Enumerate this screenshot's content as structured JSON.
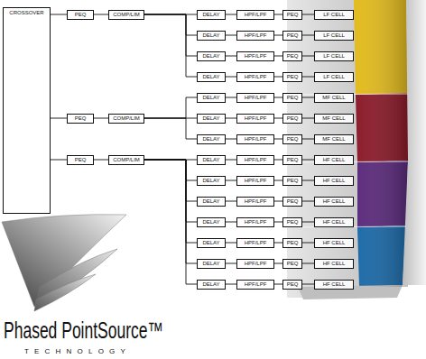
{
  "diagram": {
    "nodes": [
      {
        "text": [
          "CROSSOVER"
        ]
      },
      {
        "text": [
          "PEQ"
        ]
      },
      {
        "text": [
          "COMP/LIM"
        ]
      },
      {
        "text": [
          "DELAY"
        ]
      },
      {
        "text": [
          "HPF/LPF"
        ]
      },
      {
        "text": [
          "PEQ"
        ]
      },
      {
        "text": [
          "LF CELL"
        ]
      },
      {
        "text": [
          "DELAY"
        ]
      },
      {
        "text": [
          "HPF/LPF"
        ]
      },
      {
        "text": [
          "PEQ"
        ]
      },
      {
        "text": [
          "LF CELL"
        ]
      },
      {
        "text": [
          "DELAY"
        ]
      },
      {
        "text": [
          "HPF/LPF"
        ]
      },
      {
        "text": [
          "PEQ"
        ]
      },
      {
        "text": [
          "LF CELL"
        ]
      },
      {
        "text": [
          "DELAY"
        ]
      },
      {
        "text": [
          "HPF/LPF"
        ]
      },
      {
        "text": [
          "PEQ"
        ]
      },
      {
        "text": [
          "LF CELL"
        ]
      },
      {
        "text": [
          "PEQ"
        ]
      },
      {
        "text": [
          "COMP/LIM"
        ]
      },
      {
        "text": [
          "DELAY"
        ]
      },
      {
        "text": [
          "HPF/LPF"
        ]
      },
      {
        "text": [
          "PEQ"
        ]
      },
      {
        "text": [
          "MF CELL"
        ]
      },
      {
        "text": [
          "DELAY"
        ]
      },
      {
        "text": [
          "HPF/LPF"
        ]
      },
      {
        "text": [
          "PEQ"
        ]
      },
      {
        "text": [
          "MF CELL"
        ]
      },
      {
        "text": [
          "DELAY"
        ]
      },
      {
        "text": [
          "HPF/LPF"
        ]
      },
      {
        "text": [
          "PEQ"
        ]
      },
      {
        "text": [
          "MF CELL"
        ]
      },
      {
        "text": [
          "PEQ"
        ]
      },
      {
        "text": [
          "COMP/LIM"
        ]
      },
      {
        "text": [
          "DELAY"
        ]
      },
      {
        "text": [
          "HPF/LPF"
        ]
      },
      {
        "text": [
          "PEQ"
        ]
      },
      {
        "text": [
          "HF CELL"
        ]
      },
      {
        "text": [
          "DELAY"
        ]
      },
      {
        "text": [
          "HPF/LPF"
        ]
      },
      {
        "text": [
          "PEQ"
        ]
      },
      {
        "text": [
          "HF CELL"
        ]
      },
      {
        "text": [
          "DELAY"
        ]
      },
      {
        "text": [
          "HPF/LPF"
        ]
      },
      {
        "text": [
          "PEQ"
        ]
      },
      {
        "text": [
          "HF CELL"
        ]
      },
      {
        "text": [
          "DELAY"
        ]
      },
      {
        "text": [
          "HPF/LPF"
        ]
      },
      {
        "text": [
          "PEQ"
        ]
      },
      {
        "text": [
          "HF CELL"
        ]
      },
      {
        "text": [
          "DELAY"
        ]
      },
      {
        "text": [
          "HPF/LPF"
        ]
      },
      {
        "text": [
          "PEQ"
        ]
      },
      {
        "text": [
          "HF CELL"
        ]
      },
      {
        "text": [
          "DELAY"
        ]
      },
      {
        "text": [
          "HPF/LPF"
        ]
      },
      {
        "text": [
          "PEQ"
        ]
      },
      {
        "text": [
          "HF CELL"
        ]
      },
      {
        "text": [
          "DELAY"
        ]
      },
      {
        "text": [
          "HPF/LPF"
        ]
      },
      {
        "text": [
          "PEQ"
        ]
      },
      {
        "text": [
          "HF CELL"
        ]
      }
    ],
    "edges": [
      {
        "from": 0,
        "to": 1,
        "arrow": "none"
      },
      {
        "from": 1,
        "to": 2,
        "arrow": "none"
      },
      {
        "from": 2,
        "to": 3,
        "arrow": "none"
      },
      {
        "from": 2,
        "to": 7,
        "arrow": "none"
      },
      {
        "from": 2,
        "to": 11,
        "arrow": "none"
      },
      {
        "from": 2,
        "to": 15,
        "arrow": "none"
      },
      {
        "from": 3,
        "to": 4,
        "arrow": "none"
      },
      {
        "from": 4,
        "to": 5,
        "arrow": "none"
      },
      {
        "from": 5,
        "to": 6,
        "arrow": "none"
      },
      {
        "from": 7,
        "to": 8,
        "arrow": "none"
      },
      {
        "from": 8,
        "to": 9,
        "arrow": "none"
      },
      {
        "from": 9,
        "to": 10,
        "arrow": "none"
      },
      {
        "from": 11,
        "to": 12,
        "arrow": "none"
      },
      {
        "from": 12,
        "to": 13,
        "arrow": "none"
      },
      {
        "from": 13,
        "to": 14,
        "arrow": "none"
      },
      {
        "from": 15,
        "to": 16,
        "arrow": "none"
      },
      {
        "from": 16,
        "to": 17,
        "arrow": "none"
      },
      {
        "from": 17,
        "to": 18,
        "arrow": "none"
      },
      {
        "from": 0,
        "to": 19,
        "arrow": "none"
      },
      {
        "from": 19,
        "to": 20,
        "arrow": "none"
      },
      {
        "from": 20,
        "to": 21,
        "arrow": "none"
      },
      {
        "from": 20,
        "to": 25,
        "arrow": "none"
      },
      {
        "from": 20,
        "to": 29,
        "arrow": "none"
      },
      {
        "from": 21,
        "to": 22,
        "arrow": "none"
      },
      {
        "from": 22,
        "to": 23,
        "arrow": "none"
      },
      {
        "from": 23,
        "to": 24,
        "arrow": "none"
      },
      {
        "from": 25,
        "to": 26,
        "arrow": "none"
      },
      {
        "from": 26,
        "to": 27,
        "arrow": "none"
      },
      {
        "from": 27,
        "to": 28,
        "arrow": "none"
      },
      {
        "from": 29,
        "to": 30,
        "arrow": "none"
      },
      {
        "from": 30,
        "to": 31,
        "arrow": "none"
      },
      {
        "from": 31,
        "to": 32,
        "arrow": "none"
      },
      {
        "from": 0,
        "to": 33,
        "arrow": "none"
      },
      {
        "from": 33,
        "to": 34,
        "arrow": "none"
      },
      {
        "from": 34,
        "to": 35,
        "arrow": "none"
      },
      {
        "from": 34,
        "to": 39,
        "arrow": "none"
      },
      {
        "from": 34,
        "to": 43,
        "arrow": "none"
      },
      {
        "from": 34,
        "to": 47,
        "arrow": "none"
      },
      {
        "from": 34,
        "to": 51,
        "arrow": "none"
      },
      {
        "from": 34,
        "to": 55,
        "arrow": "none"
      },
      {
        "from": 34,
        "to": 59,
        "arrow": "none"
      },
      {
        "from": 35,
        "to": 36,
        "arrow": "none"
      },
      {
        "from": 36,
        "to": 37,
        "arrow": "none"
      },
      {
        "from": 37,
        "to": 38,
        "arrow": "none"
      },
      {
        "from": 39,
        "to": 40,
        "arrow": "none"
      },
      {
        "from": 40,
        "to": 41,
        "arrow": "none"
      },
      {
        "from": 41,
        "to": 42,
        "arrow": "none"
      },
      {
        "from": 43,
        "to": 44,
        "arrow": "none"
      },
      {
        "from": 44,
        "to": 45,
        "arrow": "none"
      },
      {
        "from": 45,
        "to": 46,
        "arrow": "none"
      },
      {
        "from": 47,
        "to": 48,
        "arrow": "none"
      },
      {
        "from": 48,
        "to": 49,
        "arrow": "none"
      },
      {
        "from": 49,
        "to": 50,
        "arrow": "none"
      },
      {
        "from": 51,
        "to": 52,
        "arrow": "none"
      },
      {
        "from": 52,
        "to": 53,
        "arrow": "none"
      },
      {
        "from": 53,
        "to": 54,
        "arrow": "none"
      },
      {
        "from": 55,
        "to": 56,
        "arrow": "none"
      },
      {
        "from": 56,
        "to": 57,
        "arrow": "none"
      },
      {
        "from": 57,
        "to": 58,
        "arrow": "none"
      },
      {
        "from": 59,
        "to": 60,
        "arrow": "none"
      },
      {
        "from": 60,
        "to": 61,
        "arrow": "none"
      },
      {
        "from": 61,
        "to": 62,
        "arrow": "none"
      }
    ],
    "labels": [
      "Phased PointSource™",
      "TECHNOLOGY"
    ]
  }
}
